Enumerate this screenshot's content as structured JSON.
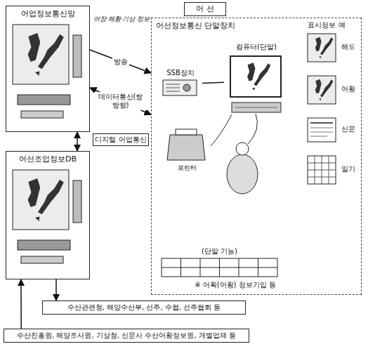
{
  "diagram": {
    "nodes": [
      {
        "text": [
          "어업정보통신망"
        ]
      },
      {
        "text": [
          "어선조업정보DB"
        ]
      },
      {
        "text": [
          "디지털 어업통신"
        ]
      },
      {
        "text": [
          "어 선"
        ]
      },
      {
        "text": [
          "어선정보통신 단말장치"
        ]
      },
      {
        "text": [
          "SSB장치"
        ],
        "in": 4
      },
      {
        "text": [
          "컴퓨터(단말)"
        ],
        "in": 4
      },
      {
        "text": [
          "수산관련청, 해양수산부, 선주, 수협, 선주협회 등"
        ]
      },
      {
        "text": [
          "수산진흥원, 해양조사원, 기상청, 신문사 수산어황정보원, 개별업체 등"
        ]
      }
    ],
    "edges": [
      {
        "from": 0,
        "to": 1,
        "arrow": "both"
      },
      {
        "from": 0,
        "to": 4,
        "label": "방송",
        "arrow": "to"
      },
      {
        "from": 0,
        "to": 4,
        "label": "데이터통신(쌍방향)",
        "arrow": "both"
      },
      {
        "from": 5,
        "to": 6,
        "arrow": "none"
      },
      {
        "from": 1,
        "to": 7,
        "arrow": "to"
      },
      {
        "from": 8,
        "to": 1,
        "arrow": "to"
      }
    ],
    "labels": [
      "어장·해황·기상 정보",
      "표시정보 예",
      "해도",
      "어황",
      "신문",
      "일기",
      "프린터",
      "(단말 기능)",
      "※ 어획(어황) 정보기입 등"
    ]
  }
}
